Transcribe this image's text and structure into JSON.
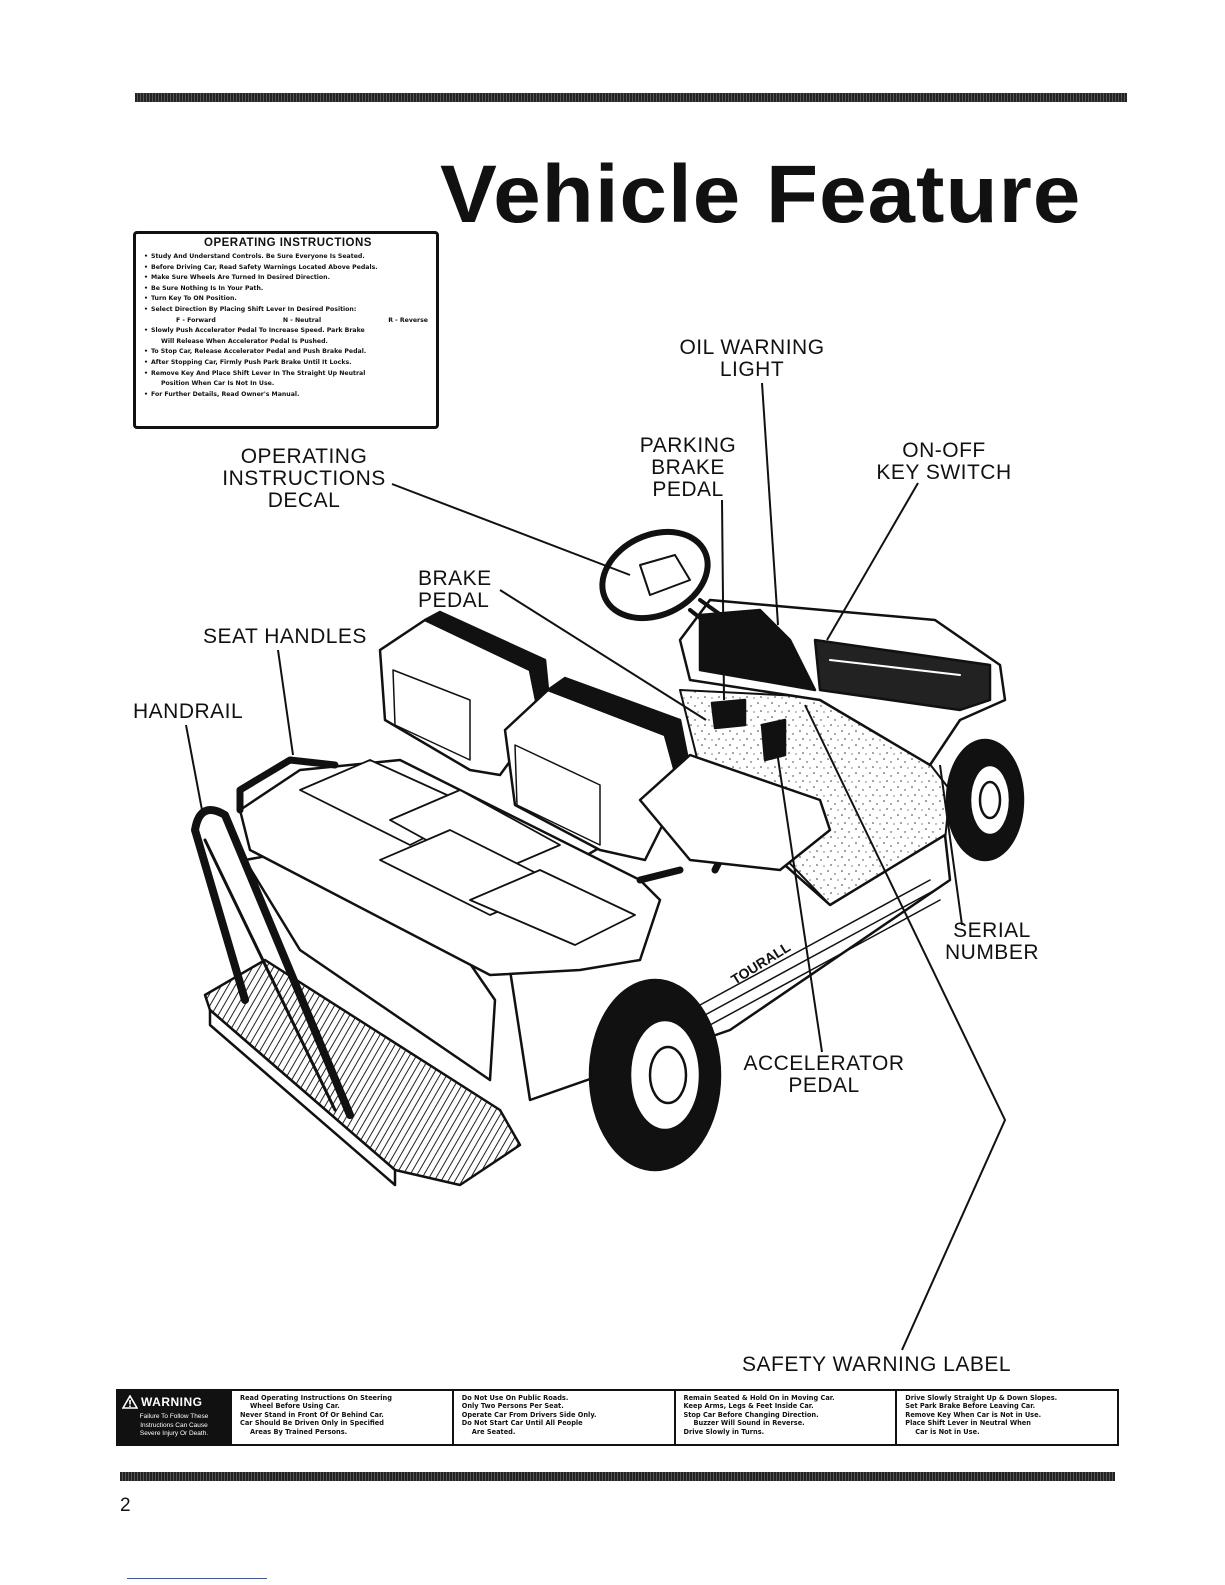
{
  "title": "Vehicle Feature",
  "decal": {
    "title": "OPERATING INSTRUCTIONS",
    "items": [
      "Study And Understand Controls. Be Sure Everyone Is Seated.",
      "Before Driving Car, Read Safety Warnings Located Above Pedals.",
      "Make Sure Wheels Are Turned In Desired Direction.",
      "Be Sure Nothing Is In Your Path.",
      "Turn Key To ON Position.",
      "Select Direction By Placing Shift Lever In Desired Position:",
      "Slowly Push Accelerator Pedal To Increase Speed. Park Brake",
      "To Stop Car, Release Accelerator Pedal and Push Brake Pedal.",
      "After Stopping Car, Firmly Push Park Brake Until It Locks.",
      "Remove Key And Place Shift Lever In The Straight Up Neutral",
      "For Further Details, Read Owner's Manual."
    ],
    "directions": [
      "F - Forward",
      "N - Neutral",
      "R - Reverse"
    ],
    "cont_brake": "Will Release When Accelerator Pedal Is Pushed.",
    "cont_neutral": "Position When Car Is Not In Use."
  },
  "labels": {
    "oil_warning": [
      "OIL WARNING",
      "LIGHT"
    ],
    "operating_decal": [
      "OPERATING",
      "INSTRUCTIONS",
      "DECAL"
    ],
    "parking_brake": [
      "PARKING",
      "BRAKE",
      "PEDAL"
    ],
    "key_switch": [
      "ON-OFF",
      "KEY SWITCH"
    ],
    "brake_pedal": [
      "BRAKE",
      "PEDAL"
    ],
    "seat_handles": "SEAT HANDLES",
    "handrail": "HANDRAIL",
    "serial_number": [
      "SERIAL",
      "NUMBER"
    ],
    "accelerator": [
      "ACCELERATOR",
      "PEDAL"
    ],
    "safety_label": "SAFETY WARNING LABEL"
  },
  "cart_brand": "TOURALL",
  "warning_band": {
    "tag_title": "WARNING",
    "tag_text": [
      "Failure To Follow These",
      "Instructions Can Cause",
      "Severe Injury Or Death."
    ],
    "col1": [
      "Read Operating Instructions On Steering",
      "Wheel Before Using Car.",
      "Never Stand in Front Of Or Behind Car.",
      "Car Should Be Driven Only in Specified",
      "Areas By Trained Persons."
    ],
    "col2": [
      "Do Not Use On Public Roads.",
      "Only Two Persons Per Seat.",
      "Operate Car From Drivers Side Only.",
      "Do Not Start Car Until All People",
      "Are Seated."
    ],
    "col3": [
      "Remain Seated & Hold On in Moving Car.",
      "Keep Arms, Legs & Feet Inside Car.",
      "Stop Car Before Changing Direction.",
      "Buzzer Will Sound in Reverse.",
      "Drive Slowly in Turns."
    ],
    "col4": [
      "Drive Slowly Straight Up & Down Slopes.",
      "Set Park Brake Before Leaving Car.",
      "Remove Key When Car is Not in Use.",
      "Place Shift Lever in Neutral When",
      "Car is Not in Use."
    ]
  },
  "page_number": "2",
  "icons": {
    "warning": "warning-triangle-icon"
  }
}
